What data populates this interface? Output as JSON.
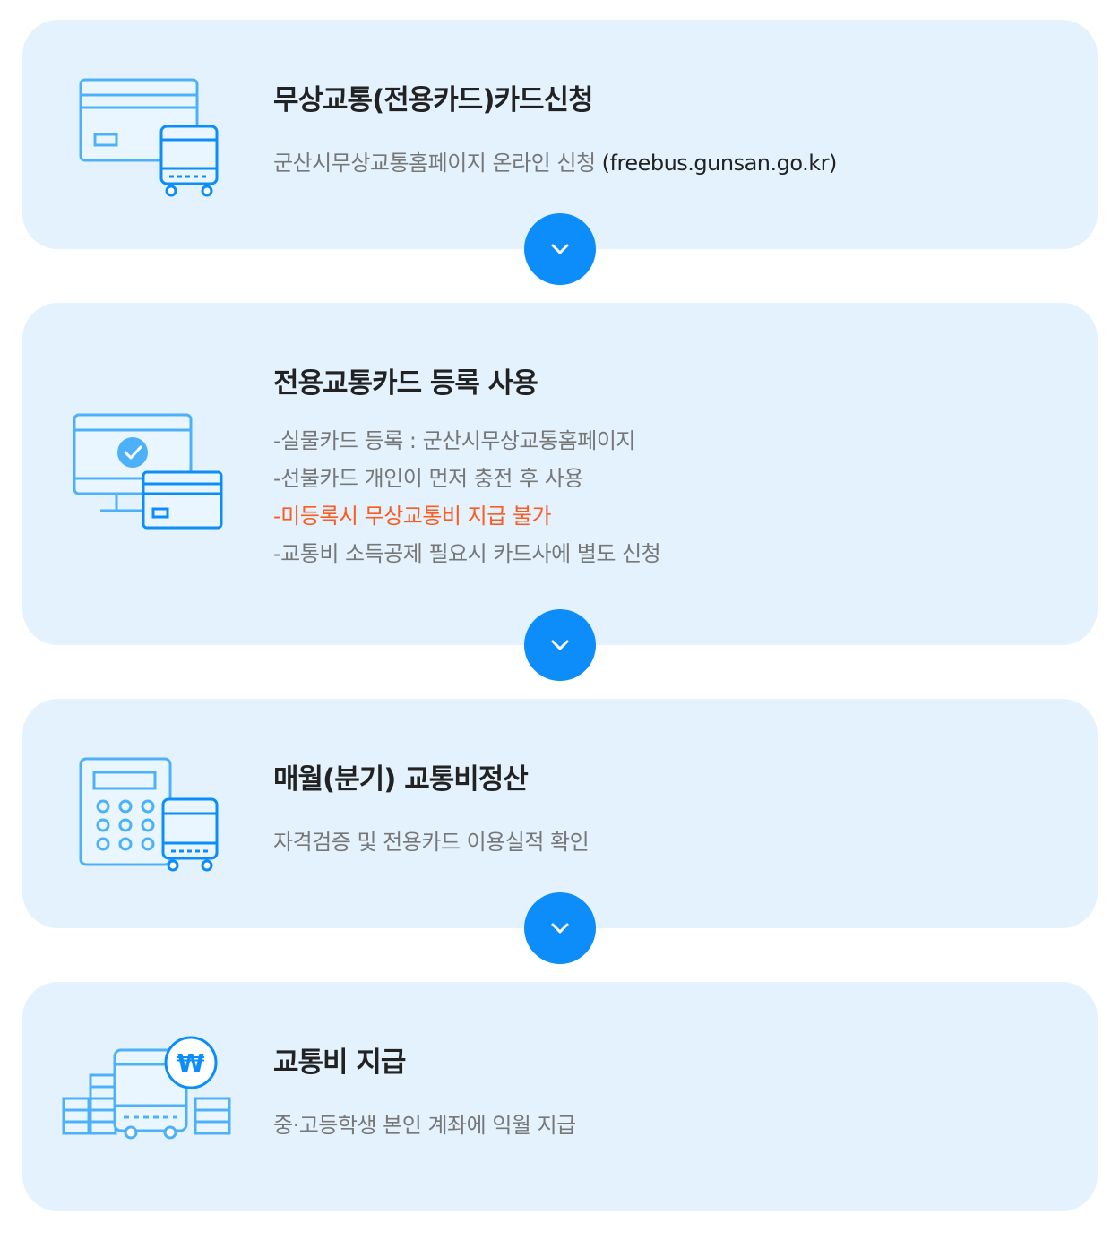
{
  "steps": [
    {
      "icon": "card-bus-icon",
      "title": "무상교통(전용카드)카드신청",
      "description": "군산시무상교통홈페이지 온라인 신청 ",
      "url": "(freebus.gunsan.go.kr)"
    },
    {
      "icon": "monitor-check-card-icon",
      "title": "전용교통카드 등록 사용",
      "lines": [
        "-실물카드 등록 : 군산시무상교통홈페이지",
        "-선불카드 개인이 먼저 충전 후 사용",
        "-미등록시 무상교통비 지급 불가",
        "-교통비 소득공제 필요시 카드사에 별도 신청"
      ]
    },
    {
      "icon": "calculator-bus-icon",
      "title": "매월(분기) 교통비정산",
      "description": "자격검증 및 전용카드 이용실적 확인"
    },
    {
      "icon": "bus-coins-won-icon",
      "title": "교통비 지급",
      "description": "중·고등학생 본인 계좌에 익월 지급",
      "won_symbol": "₩"
    }
  ],
  "arrows": [
    "chevron-down-icon",
    "chevron-down-icon",
    "chevron-down-icon"
  ],
  "colors": {
    "card_background": "#e3f2fd",
    "arrow_button": "#0d8dfa",
    "icon_light": "#4db1fa",
    "icon_dark": "#0d8dfa",
    "warning_text": "#ff5a1f",
    "title_text": "#222222",
    "body_text": "#777777"
  }
}
